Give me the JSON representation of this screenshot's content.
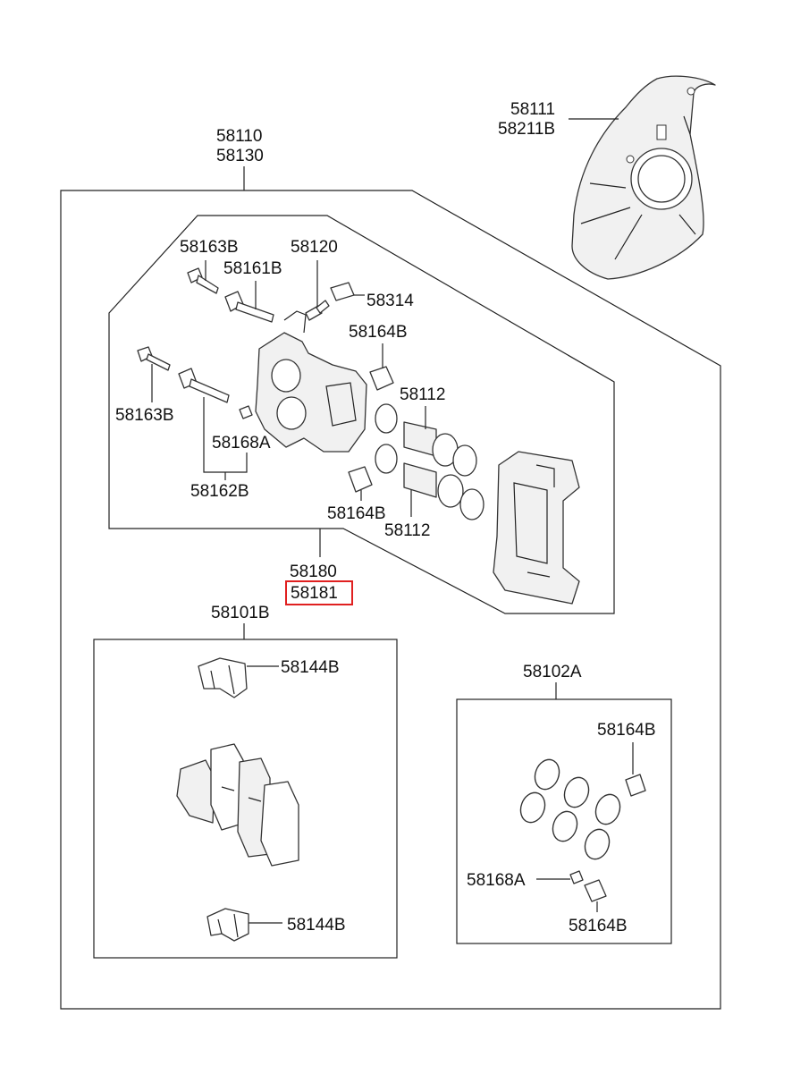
{
  "labels": {
    "shield_1": "58111",
    "shield_2": "58211B",
    "caliper_asm_1": "58110",
    "caliper_asm_2": "58130",
    "bolt_58163b_top": "58163B",
    "bolt_58161b": "58161B",
    "bleeder_58120": "58120",
    "cap_58314": "58314",
    "boot_58164b_top": "58164B",
    "piston_58112_top": "58112",
    "bolt_58163b_left": "58163B",
    "pin_58168a": "58168A",
    "bolt_58162b": "58162B",
    "boot_58164b_mid": "58164B",
    "piston_58112_bottom": "58112",
    "caliper_sub_1": "58180",
    "caliper_sub_2": "58181",
    "pad_kit": "58101B",
    "clip_top": "58144B",
    "clip_bottom": "58144B",
    "seal_kit": "58102A",
    "kit_boot_top": "58164B",
    "kit_pin": "58168A",
    "kit_boot_bottom": "58164B"
  },
  "highlight": {
    "label": "58181",
    "color": "#e02020"
  }
}
